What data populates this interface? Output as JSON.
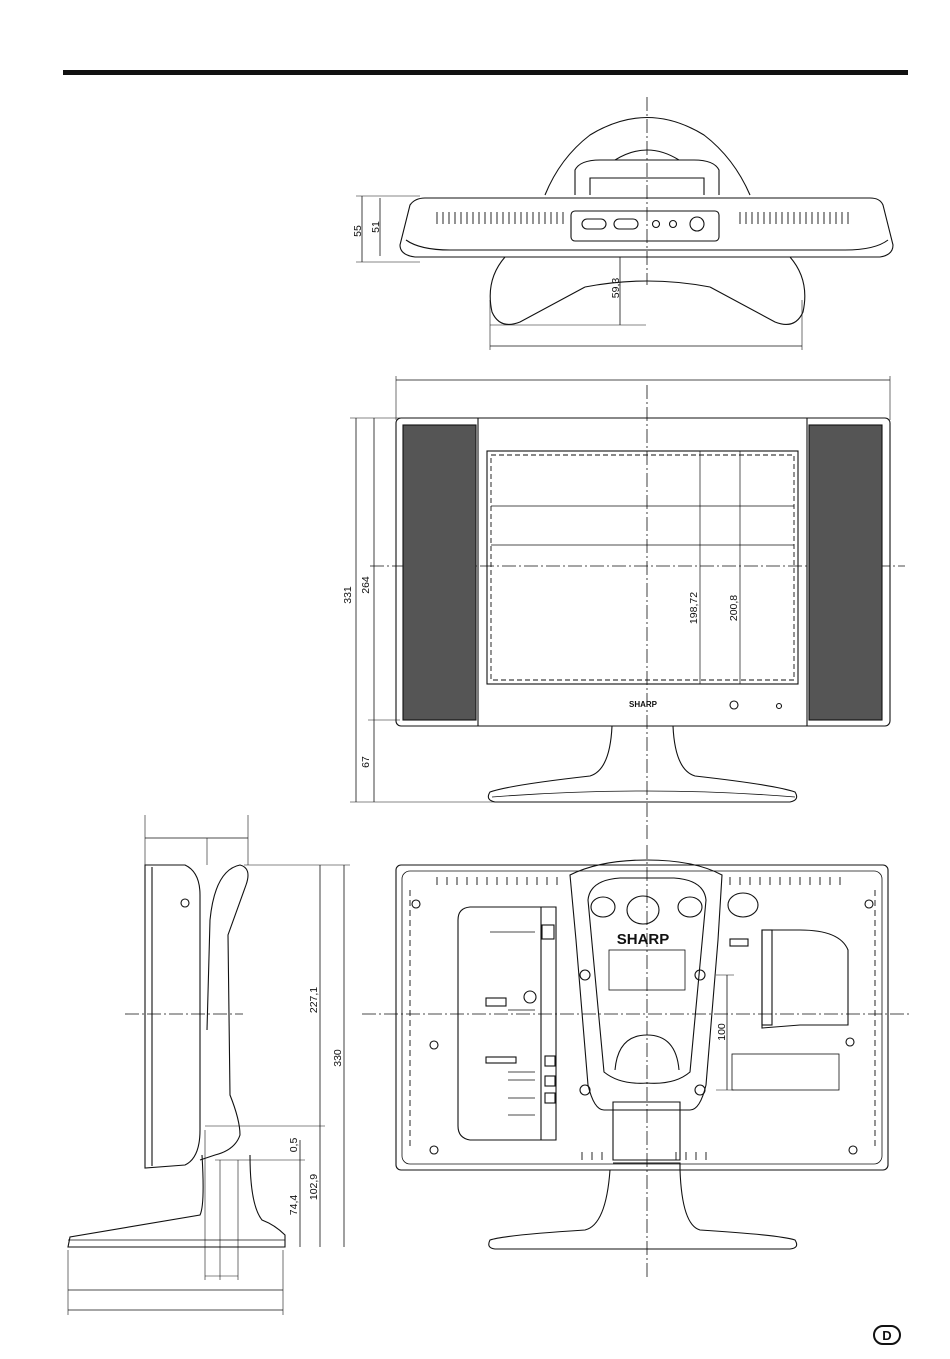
{
  "page": {
    "language_badge": "D"
  },
  "top_view": {
    "dims": [
      "55",
      "51",
      "59,3"
    ]
  },
  "front_view": {
    "brand": "SHARP",
    "dims": [
      "331",
      "264",
      "67",
      "198,72",
      "200,8"
    ]
  },
  "side_view": {
    "dims": [
      "227,1",
      "330",
      "0,5",
      "102,9",
      "74,4"
    ]
  },
  "rear_view": {
    "brand": "SHARP",
    "dims": [
      "100"
    ]
  }
}
